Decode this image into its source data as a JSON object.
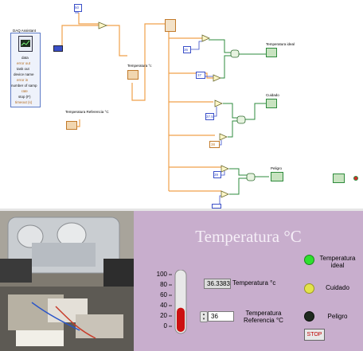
{
  "block_diagram": {
    "daq_title": "DAQ Assistant",
    "daq_terminals": [
      "data",
      "error out",
      "task out",
      "device name",
      "error in",
      "number of samp",
      "rate",
      "stop (F)",
      "timeout (s)"
    ],
    "temp_label": "Temperatura °c",
    "ref_label": "Temperatura Referencia °C",
    "ind_ideal": "Temperatura ideal",
    "ind_cuidado": "Cuidado",
    "ind_peligro": "Peligro",
    "const_top": "50",
    "const_36": "36",
    "const_37": "37",
    "const_375": "37.5",
    "const_38": "38",
    "const_39": "39"
  },
  "front_panel": {
    "title": "Temperatura °C",
    "thermometer_scale": [
      "100",
      "80",
      "60",
      "40",
      "20",
      "0"
    ],
    "thermometer_level_fraction": 0.36,
    "temp_value": "36.3383",
    "temp_label": "Temperatura °c",
    "ref_value": "36",
    "ref_label": "Temperatura Referencia °C",
    "leds": [
      {
        "label": "Temperatura ideal",
        "color": "#2ee02e"
      },
      {
        "label": "Cuidado",
        "color": "#e3e34a"
      },
      {
        "label": "Peligro",
        "color": "#1f2a1f"
      }
    ],
    "stop_label": "STOP"
  }
}
